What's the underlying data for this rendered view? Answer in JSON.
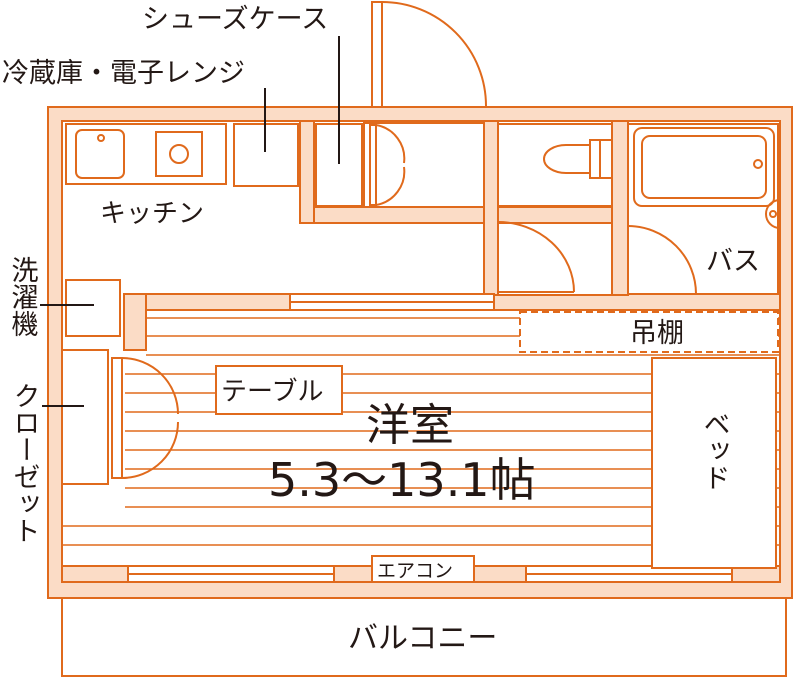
{
  "colors": {
    "wall": "#e06a1c",
    "wall_fill": "#fbdcc6",
    "line": "#e06a1c",
    "text": "#231815",
    "background": "#ffffff"
  },
  "labels": {
    "shoe_case": "シューズケース",
    "fridge_microwave": "冷蔵庫・電子レンジ",
    "kitchen": "キッチン",
    "washer": "洗濯機",
    "closet": "クローゼット",
    "bath": "バス",
    "shelf": "吊棚",
    "table": "テーブル",
    "room_name": "洋室",
    "room_size": "5.3〜13.1帖",
    "bed": "ベッド",
    "aircon": "エアコン",
    "balcony": "バルコニー"
  },
  "icons": [
    "sink-icon",
    "stove-icon",
    "toilet-icon",
    "bathtub-icon",
    "door-swing-icon"
  ]
}
